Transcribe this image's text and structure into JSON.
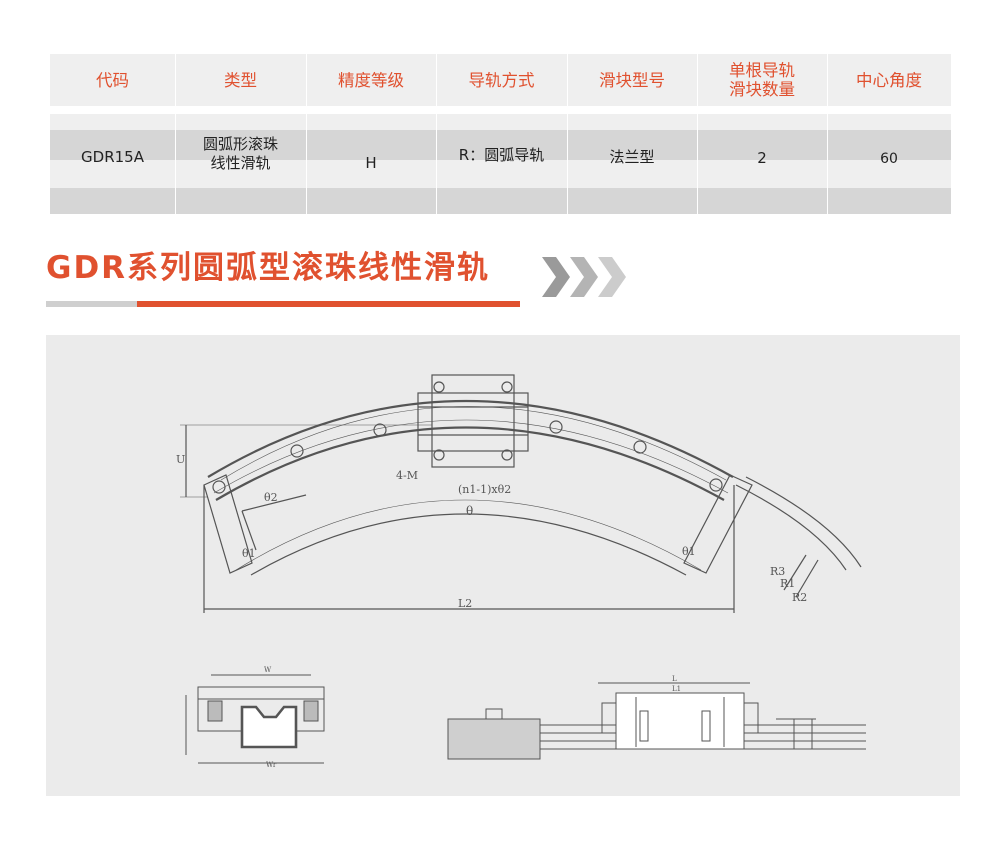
{
  "table": {
    "headers": {
      "code": [
        "代码"
      ],
      "type": [
        "类型"
      ],
      "grade": [
        "精度等级"
      ],
      "rail": [
        "导轨方式"
      ],
      "block": [
        "滑块型号"
      ],
      "count": [
        "单根导轨",
        "滑块数量"
      ],
      "angle": [
        "中心角度"
      ]
    },
    "row": {
      "code": [
        "GDR15A"
      ],
      "type": [
        "圆弧形滚珠",
        "线性滑轨"
      ],
      "grade": [
        "H"
      ],
      "rail": [
        "R：圆弧导轨"
      ],
      "block": [
        "法兰型"
      ],
      "count": [
        "2"
      ],
      "angle": [
        "60"
      ]
    }
  },
  "section": {
    "title": "GDR系列圆弧型滚珠线性滑轨"
  },
  "drawing": {
    "labels": {
      "u": "U",
      "theta": "θ",
      "theta1_left": "θ1",
      "theta1_right": "θ1",
      "theta2": "θ2",
      "pitch": "(n1-1)xθ2",
      "holes": "4-M",
      "l2": "L2",
      "r3": "R3",
      "r1": "R1",
      "r2": "R2",
      "w": "W",
      "wr": "Wr",
      "l": "L",
      "l1": "L1"
    },
    "colors": {
      "accent": "#e0512f",
      "panel": "#ebebeb",
      "line": "#555555"
    }
  }
}
